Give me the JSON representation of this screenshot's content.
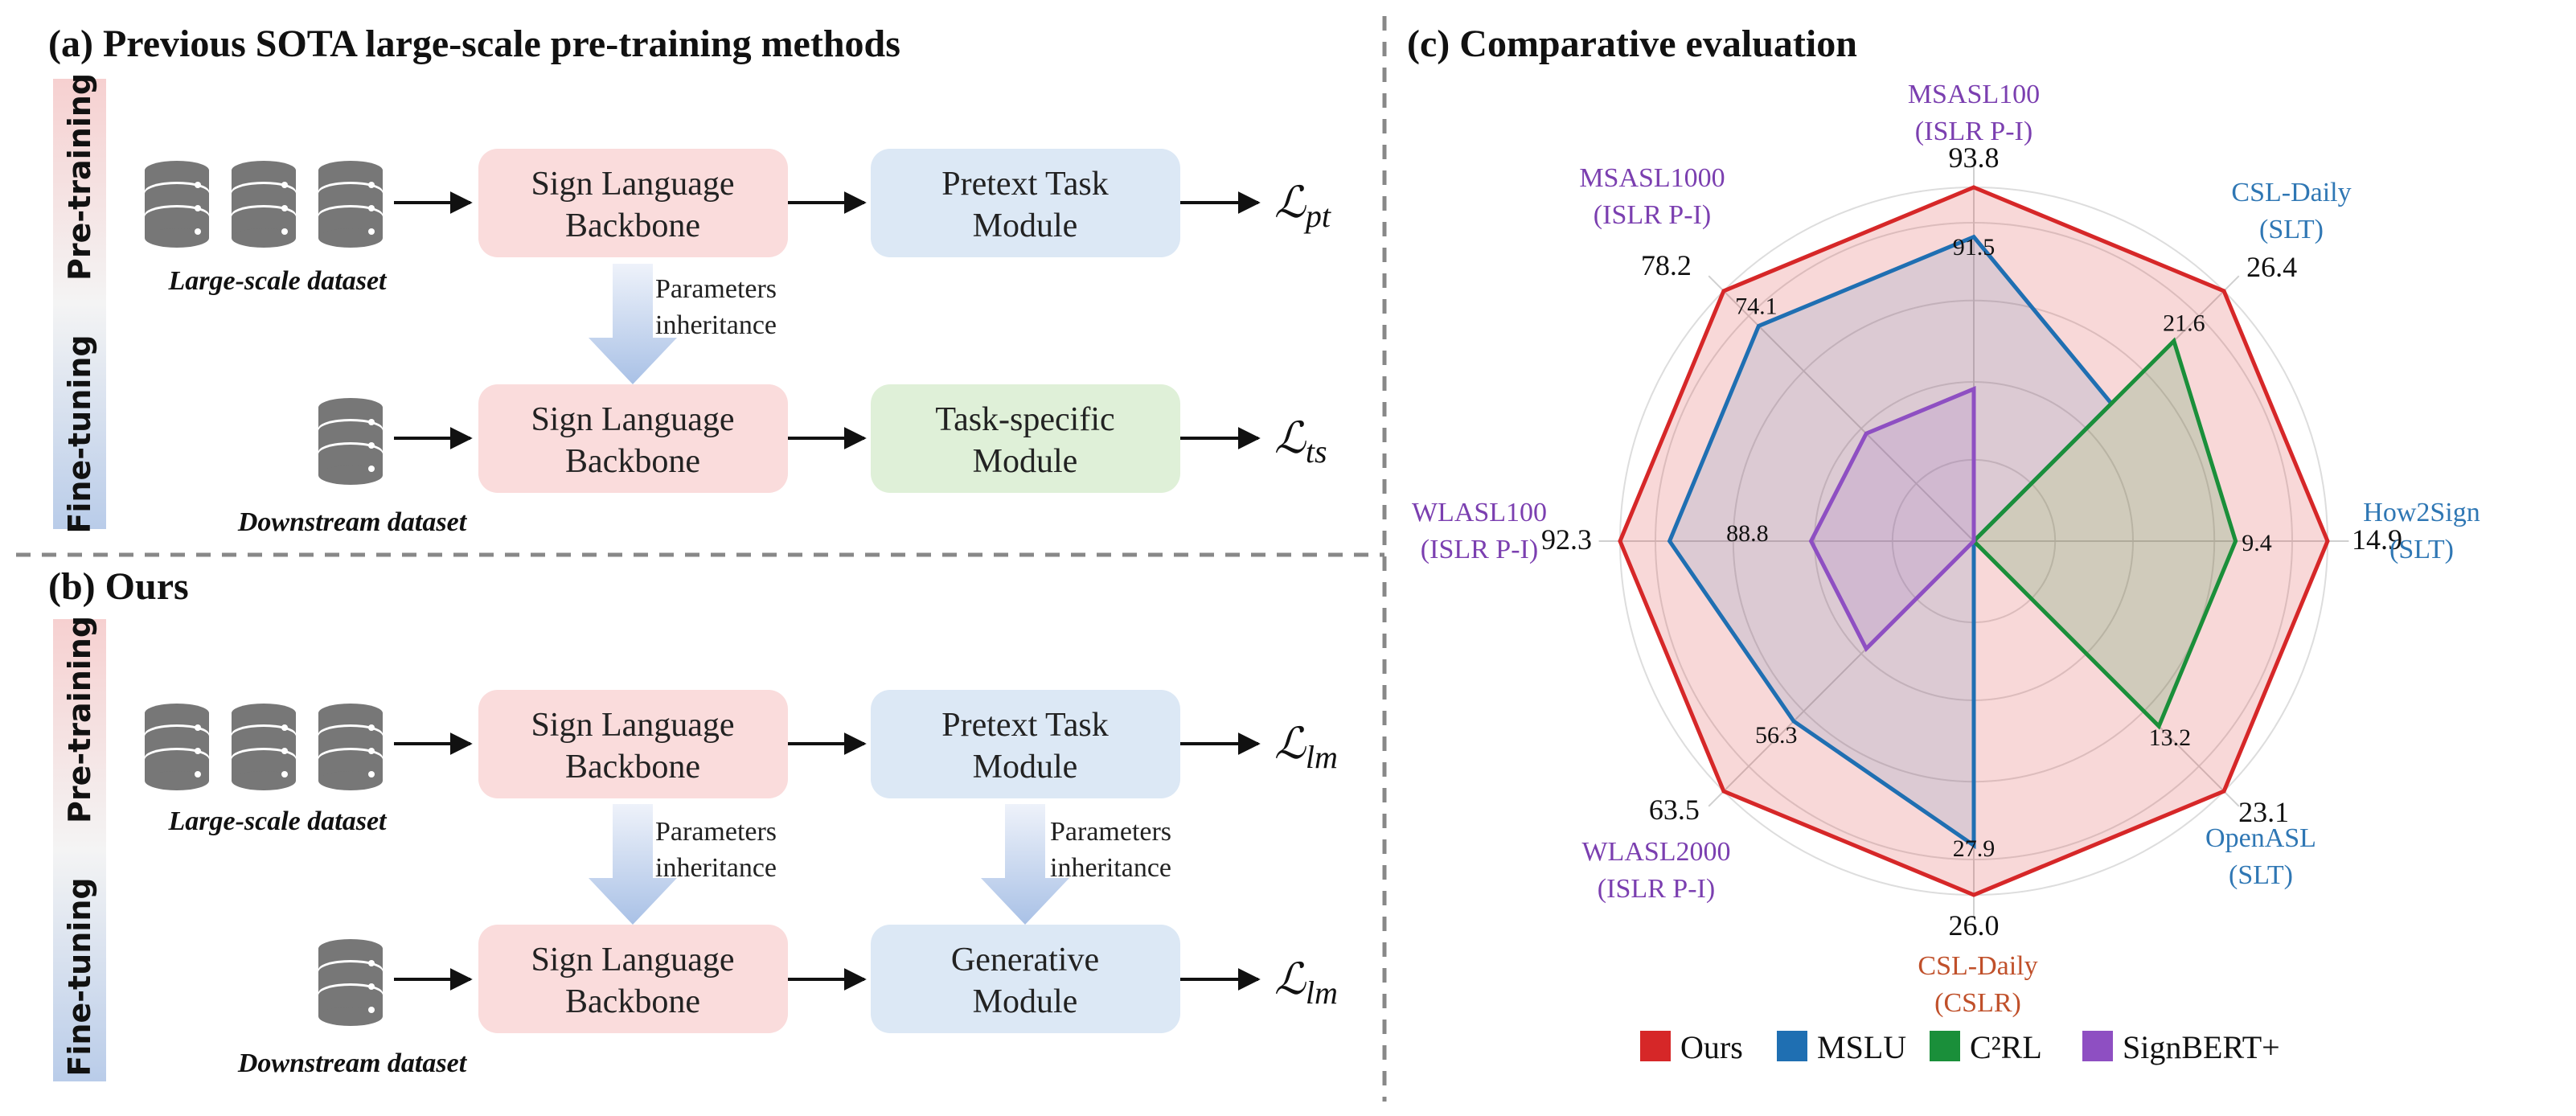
{
  "panel_a": {
    "title": "(a) Previous SOTA large-scale pre-training methods",
    "stage_pretraining": "Pre-training",
    "stage_finetuning": "Fine-tuning",
    "pt_dataset_label": "Large-scale dataset",
    "ft_dataset_label": "Downstream dataset",
    "pt_backbone": [
      "Sign Language",
      "Backbone"
    ],
    "pt_module": [
      "Pretext Task",
      "Module"
    ],
    "ft_backbone": [
      "Sign Language",
      "Backbone"
    ],
    "ft_module": [
      "Task-specific",
      "Module"
    ],
    "inherit_label": [
      "Parameters",
      "inheritance"
    ],
    "loss_pt": {
      "base": "ℒ",
      "sub": "pt"
    },
    "loss_ft": {
      "base": "ℒ",
      "sub": "ts"
    }
  },
  "panel_b": {
    "title": "(b) Ours",
    "stage_pretraining": "Pre-training",
    "stage_finetuning": "Fine-tuning",
    "pt_dataset_label": "Large-scale dataset",
    "ft_dataset_label": "Downstream dataset",
    "pt_backbone": [
      "Sign Language",
      "Backbone"
    ],
    "pt_module": [
      "Pretext Task",
      "Module"
    ],
    "ft_backbone": [
      "Sign Language",
      "Backbone"
    ],
    "ft_module": [
      "Generative",
      "Module"
    ],
    "inherit_label_1": [
      "Parameters",
      "inheritance"
    ],
    "inherit_label_2": [
      "Parameters",
      "inheritance"
    ],
    "loss_pt": {
      "base": "ℒ",
      "sub": "lm"
    },
    "loss_ft": {
      "base": "ℒ",
      "sub": "lm"
    }
  },
  "panel_c": {
    "title": "(c) Comparative evaluation"
  },
  "colors": {
    "ours": "#d62728",
    "mslu": "#1f6fb2",
    "c2rl": "#1a8f3a",
    "signbert": "#8e4fc2",
    "purple_label": "#7b3fb0",
    "blue_label": "#2f77b4",
    "orange_label": "#c0502a",
    "pink_box": "#fadcdc",
    "blue_box": "#dce8f5",
    "green_box": "#dff0d8"
  },
  "chart_data": {
    "type": "radar",
    "axes": [
      {
        "name": "MSASL100",
        "task": "(ISLR P-I)",
        "label_color": "purple",
        "ours": "93.8",
        "ring_value": "91.5"
      },
      {
        "name": "CSL-Daily",
        "task": "(SLT)",
        "label_color": "blue",
        "ours": "26.4",
        "ring_value": "21.6"
      },
      {
        "name": "How2Sign",
        "task": "(SLT)",
        "label_color": "blue",
        "ours": "14.9",
        "ring_value": "9.4"
      },
      {
        "name": "OpenASL",
        "task": "(SLT)",
        "label_color": "blue",
        "ours": "23.1",
        "ring_value": "13.2"
      },
      {
        "name": "CSL-Daily",
        "task": "(CSLR)",
        "label_color": "orange",
        "ours": "26.0",
        "ring_value": "27.9"
      },
      {
        "name": "WLASL2000",
        "task": "(ISLR P-I)",
        "label_color": "purple",
        "ours": "63.5",
        "ring_value": "56.3"
      },
      {
        "name": "WLASL100",
        "task": "(ISLR P-I)",
        "label_color": "purple",
        "ours": "92.3",
        "ring_value": "88.8"
      },
      {
        "name": "MSASL1000",
        "task": "(ISLR P-I)",
        "label_color": "purple",
        "ours": "78.2",
        "ring_value": "74.1"
      }
    ],
    "series": [
      {
        "name": "Ours",
        "color_key": "ours",
        "fraction": [
          1.0,
          1.0,
          1.0,
          1.0,
          1.0,
          1.0,
          1.0,
          1.0
        ]
      },
      {
        "name": "MSLU",
        "color_key": "mslu",
        "fraction": [
          0.86,
          0.55,
          0.0,
          0.0,
          0.86,
          0.72,
          0.86,
          0.86
        ]
      },
      {
        "name": "C²RL",
        "color_key": "c2rl",
        "fraction": [
          0.0,
          0.8,
          0.74,
          0.74,
          0.0,
          0.0,
          0.0,
          0.0
        ]
      },
      {
        "name": "SignBERT+",
        "color_key": "signbert",
        "fraction": [
          0.43,
          0.0,
          0.0,
          0.0,
          0.0,
          0.43,
          0.46,
          0.43
        ]
      }
    ],
    "legend_position": "bottom",
    "grid": true
  }
}
